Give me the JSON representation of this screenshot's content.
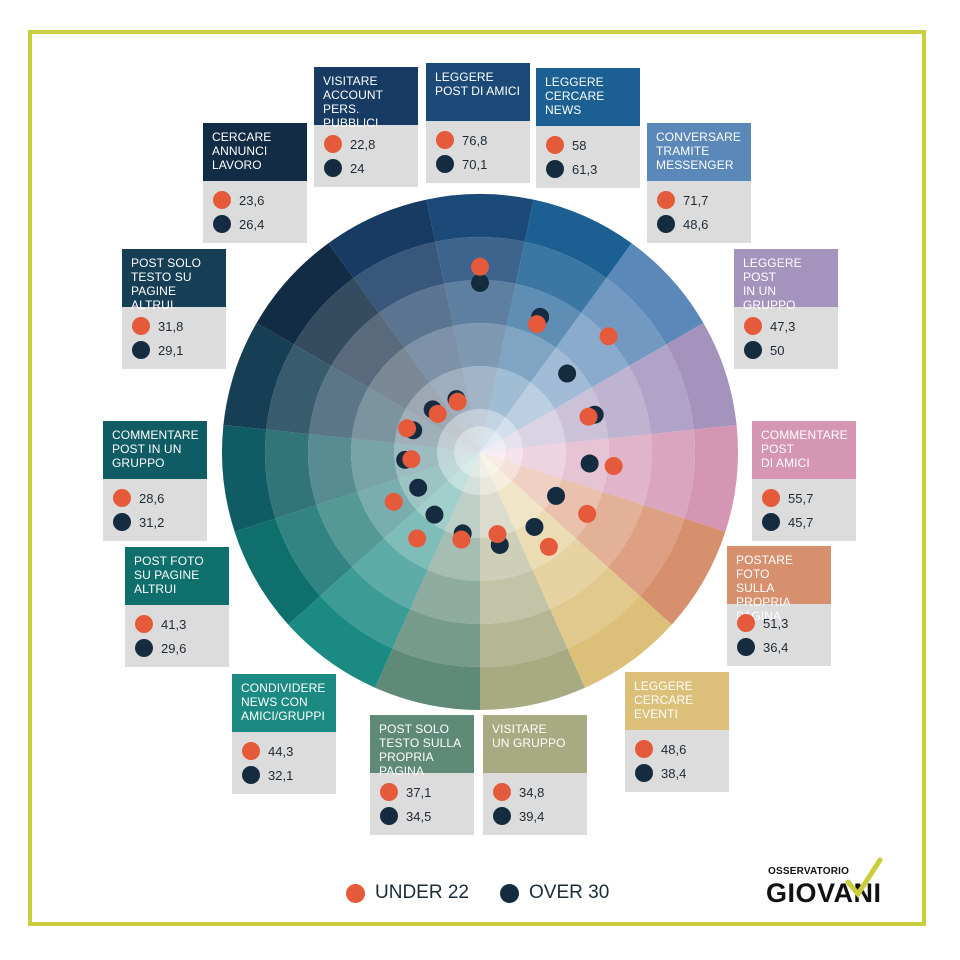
{
  "chart_data": {
    "type": "radial-dot",
    "title": "",
    "legend": [
      {
        "label": "UNDER 22",
        "color": "#e65a3c"
      },
      {
        "label": "OVER 30",
        "color": "#152c40"
      }
    ],
    "categories": [
      {
        "label": "LEGGERE\nPOST DI AMICI",
        "under22": "76,8",
        "over30": "70,1",
        "u": 76.8,
        "o": 70.1,
        "color": "#1c4a78"
      },
      {
        "label": "LEGGERE\nCERCARE\nNEWS",
        "under22": "58",
        "over30": "61,3",
        "u": 58,
        "o": 61.3,
        "color": "#1b5f93"
      },
      {
        "label": "CONVERSARE\nTRAMITE\nMESSENGER",
        "under22": "71,7",
        "over30": "48,6",
        "u": 71.7,
        "o": 48.6,
        "color": "#5a88b8"
      },
      {
        "label": "LEGGERE POST\nIN UN GRUPPO",
        "under22": "47,3",
        "over30": "50",
        "u": 47.3,
        "o": 50,
        "color": "#a393bd"
      },
      {
        "label": "COMMENTARE\nPOST\nDI AMICI",
        "under22": "55,7",
        "over30": "45,7",
        "u": 55.7,
        "o": 45.7,
        "color": "#d496b3"
      },
      {
        "label": "POSTARE FOTO\nSULLA PROPRIA\nPAGINA",
        "under22": "51,3",
        "over30": "36,4",
        "u": 51.3,
        "o": 36.4,
        "color": "#d7906d"
      },
      {
        "label": "LEGGERE\nCERCARE\nEVENTI",
        "under22": "48,6",
        "over30": "38,4",
        "u": 48.6,
        "o": 38.4,
        "color": "#dcc07a"
      },
      {
        "label": "VISITARE\nUN GRUPPO",
        "under22": "34,8",
        "over30": "39,4",
        "u": 34.8,
        "o": 39.4,
        "color": "#a8aa82"
      },
      {
        "label": "POST SOLO\nTESTO SULLA\nPROPRIA PAGINA",
        "under22": "37,1",
        "over30": "34,5",
        "u": 37.1,
        "o": 34.5,
        "color": "#5f8a78"
      },
      {
        "label": "CONDIVIDERE\nNEWS CON\nAMICI/GRUPPI",
        "under22": "44,3",
        "over30": "32,1",
        "u": 44.3,
        "o": 32.1,
        "color": "#1b8a82"
      },
      {
        "label": "POST FOTO\nSU PAGINE\nALTRUI",
        "under22": "41,3",
        "over30": "29,6",
        "u": 41.3,
        "o": 29.6,
        "color": "#0e6f6c"
      },
      {
        "label": "COMMENTARE\nPOST IN UN\nGRUPPO",
        "under22": "28,6",
        "over30": "31,2",
        "u": 28.6,
        "o": 31.2,
        "color": "#0f5c64"
      },
      {
        "label": "POST SOLO\nTESTO SU\nPAGINE ALTRUI",
        "under22": "31,8",
        "over30": "29,1",
        "u": 31.8,
        "o": 29.1,
        "color": "#163f55"
      },
      {
        "label": "CERCARE\nANNUNCI\nLAVORO",
        "under22": "23,6",
        "over30": "26,4",
        "u": 23.6,
        "o": 26.4,
        "color": "#132c45"
      },
      {
        "label": "VISITARE\nACCOUNT\nPERS. PUBBLICI",
        "under22": "22,8",
        "over30": "24",
        "u": 22.8,
        "o": 24,
        "color": "#173b63"
      }
    ]
  },
  "logo": {
    "small": "OSSERVATORIO",
    "big": "GIOVANI"
  }
}
